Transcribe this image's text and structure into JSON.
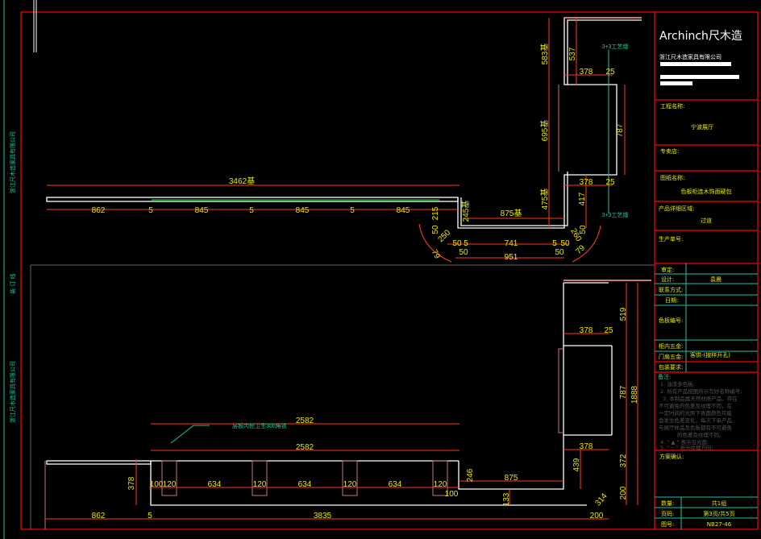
{
  "title_block": {
    "brand": "Archinch尺木造",
    "company": "浙江尺木造家具有限公司",
    "project_label": "工程名称:",
    "project_value": "宁波展厅",
    "store_label": "专卖店:",
    "drawing_label": "图纸名称:",
    "drawing_value": "色板柜连木饰面硬包",
    "area_label": "产品详细区域:",
    "area_value": "过道",
    "order_label": "生产单号:",
    "review_label": "审定:",
    "design_label": "设计:",
    "design_value": "袁晨",
    "contact_label": "联系方式:",
    "date_label": "日期:",
    "color_label": "色板编号:",
    "hardware_label": "柜内五金:",
    "door_hw_label": "门扇五金:",
    "door_hw_value": "客供-(按样开孔)",
    "package_label": "包装要求:",
    "notes_title": "备注:",
    "notes": [
      "1. 油漆多色板;",
      "2. 所有产品按图所示写好名称编号;",
      "3. 本制品属天然材质产品，存在",
      "不可避免的色差及纹理不同，在",
      "一定时间的光照下表面颜色可能",
      "会发生色差变化，每次下单产品",
      "与展厅样品及色板都有不可避免",
      "的色差及纹理不同。",
      "4. \" ▲ \" 表示见光面;",
      "5. \" ─ \" 表示纹理方向;"
    ],
    "confirm_label": "方案确认:",
    "qty_label": "数量:",
    "qty_value": "共1组",
    "page_label": "页码:",
    "page_value": "第3页/共5页",
    "drawing_no_label": "图号:",
    "drawing_no_value": "NB27-46"
  },
  "side_strip": {
    "company_top": "浙江尺木造家具有限公司",
    "middle": "装 订 线",
    "company_bottom": "浙江尺木造家具有限公司"
  },
  "top_plan": {
    "d3462": "3462基",
    "d862": "862",
    "d5a": "5",
    "d845a": "845",
    "d5b": "5",
    "d845b": "845",
    "d5c": "5",
    "d845c": "845",
    "d215": "215",
    "d50a": "50",
    "d250": "250",
    "d245": "245基",
    "d875": "875基",
    "d50b": "50",
    "d5d": "5",
    "d741": "741",
    "d5e": "5",
    "d50c": "50",
    "d50d": "50",
    "d50e": "50",
    "d951": "951",
    "d475": "475基",
    "d417": "417",
    "d378a": "378",
    "d25a": "25",
    "d787": "787",
    "d695": "695基",
    "d583": "583基",
    "d537": "537",
    "d378b": "378",
    "d25b": "25",
    "joint1": "3+3工艺缝",
    "joint2": "3+3工艺缝",
    "d50f": "50",
    "d260": "260",
    "d79a": "79",
    "d79b": "79"
  },
  "bottom_plan": {
    "d2582a": "2582",
    "d2582b": "2582",
    "note": "层板内挖卫生300角铁",
    "d378": "378",
    "d100": "100",
    "d120a": "120",
    "d634a": "634",
    "d120b": "120",
    "d634b": "634",
    "d120c": "120",
    "d634c": "634",
    "d120d": "120",
    "d100b": "100",
    "d246": "246",
    "d875": "875",
    "d133": "133",
    "d862": "862",
    "d5": "5",
    "d3835": "3835",
    "d200a": "200",
    "d314": "314",
    "d200b": "200",
    "d372": "372",
    "d439": "439",
    "d378b": "378",
    "d787": "787",
    "d1888": "1888",
    "d378c": "378",
    "d25": "25",
    "d519": "519"
  }
}
